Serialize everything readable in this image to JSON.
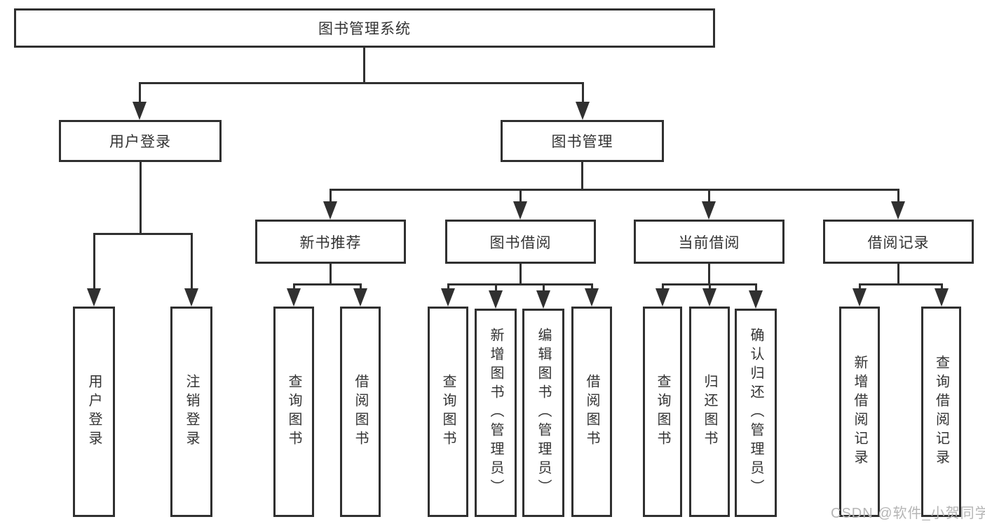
{
  "tree": {
    "root": "图书管理系统",
    "branches": [
      {
        "label": "用户登录",
        "children": [
          "用户登录",
          "注销登录"
        ]
      },
      {
        "label": "图书管理",
        "groups": [
          {
            "label": "新书推荐",
            "children": [
              "查询图书",
              "借阅图书"
            ]
          },
          {
            "label": "图书借阅",
            "children": [
              "查询图书",
              "新增图书（管理员）",
              "编辑图书（管理员）",
              "借阅图书"
            ]
          },
          {
            "label": "当前借阅",
            "children": [
              "查询图书",
              "归还图书",
              "确认归还（管理员）"
            ]
          },
          {
            "label": "借阅记录",
            "children": [
              "新增借阅记录",
              "查询借阅记录"
            ]
          }
        ]
      }
    ]
  },
  "watermark": "CSDN @软件_小贺同学",
  "colors": {
    "line": "#303030",
    "text": "#333333",
    "watermark": "#b5b5b5",
    "background": "#ffffff"
  }
}
